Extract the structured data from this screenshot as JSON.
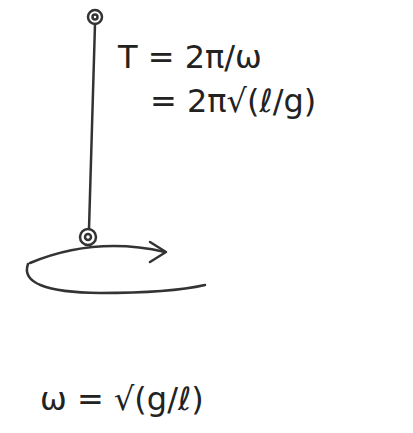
{
  "diagram": {
    "labels": [
      "T = 2π/ω",
      "= 2π√(ℓ/g)",
      "ω = √(g/ℓ)"
    ]
  }
}
